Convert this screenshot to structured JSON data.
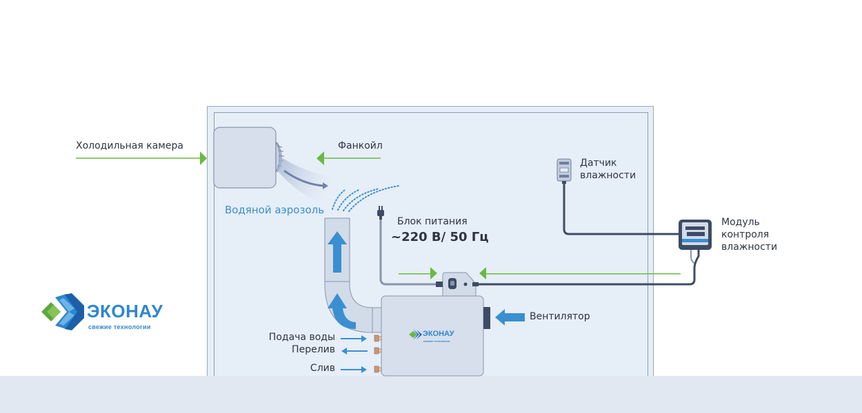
{
  "labels": {
    "cold_chamber": "Холодильная камера",
    "fancoil": "Фанкойл",
    "water_aerosol": "Водяной аэрозоль",
    "power_unit": "Блок питания",
    "power_spec": "~220 В/ 50 Гц",
    "humidity_sensor_line1": "Датчик",
    "humidity_sensor_line2": "влажности",
    "control_module_line1": "Модуль",
    "control_module_line2": "контроля",
    "control_module_line3": "влажности",
    "fan": "Вентилятор",
    "water_supply": "Подача воды",
    "overflow": "Перелив",
    "drain": "Слив"
  },
  "logo": {
    "name": "ЭКОНАУ",
    "tagline": "свежие технологии"
  },
  "colors": {
    "pointer_green": "#6cb843",
    "flow_blue": "#3a8fd0",
    "cable_dark": "#3d4c64",
    "device_fill": "#d6dfeb",
    "room_fill": "#e6eef7",
    "floor": "#e2e8f2"
  }
}
